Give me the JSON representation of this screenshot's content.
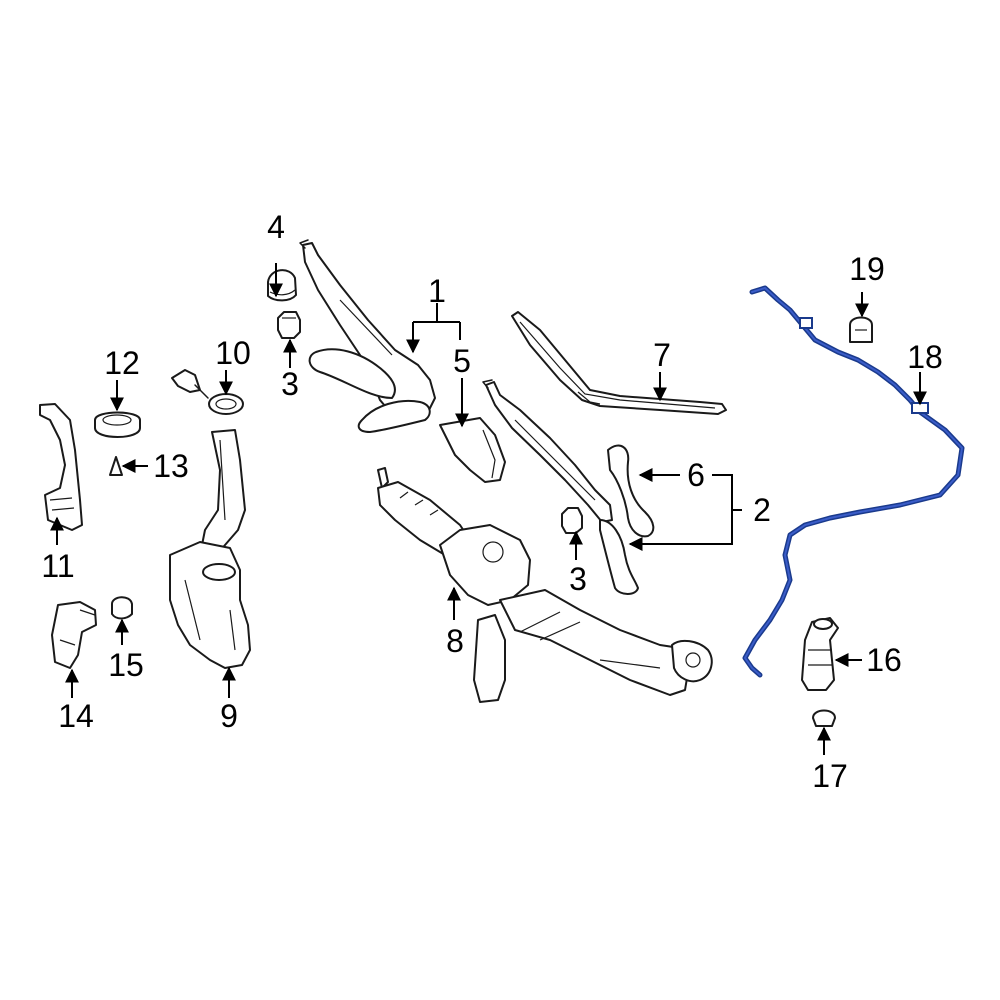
{
  "colors": {
    "line": "#1a1a1a",
    "highlight": "#1a3a8c",
    "background": "#ffffff"
  },
  "callouts": {
    "c1": "1",
    "c2": "2",
    "c3a": "3",
    "c3b": "3",
    "c4": "4",
    "c5": "5",
    "c6": "6",
    "c7": "7",
    "c8": "8",
    "c9": "9",
    "c10": "10",
    "c11": "11",
    "c12": "12",
    "c13": "13",
    "c14": "14",
    "c15": "15",
    "c16": "16",
    "c17": "17",
    "c18": "18",
    "c19": "19"
  }
}
